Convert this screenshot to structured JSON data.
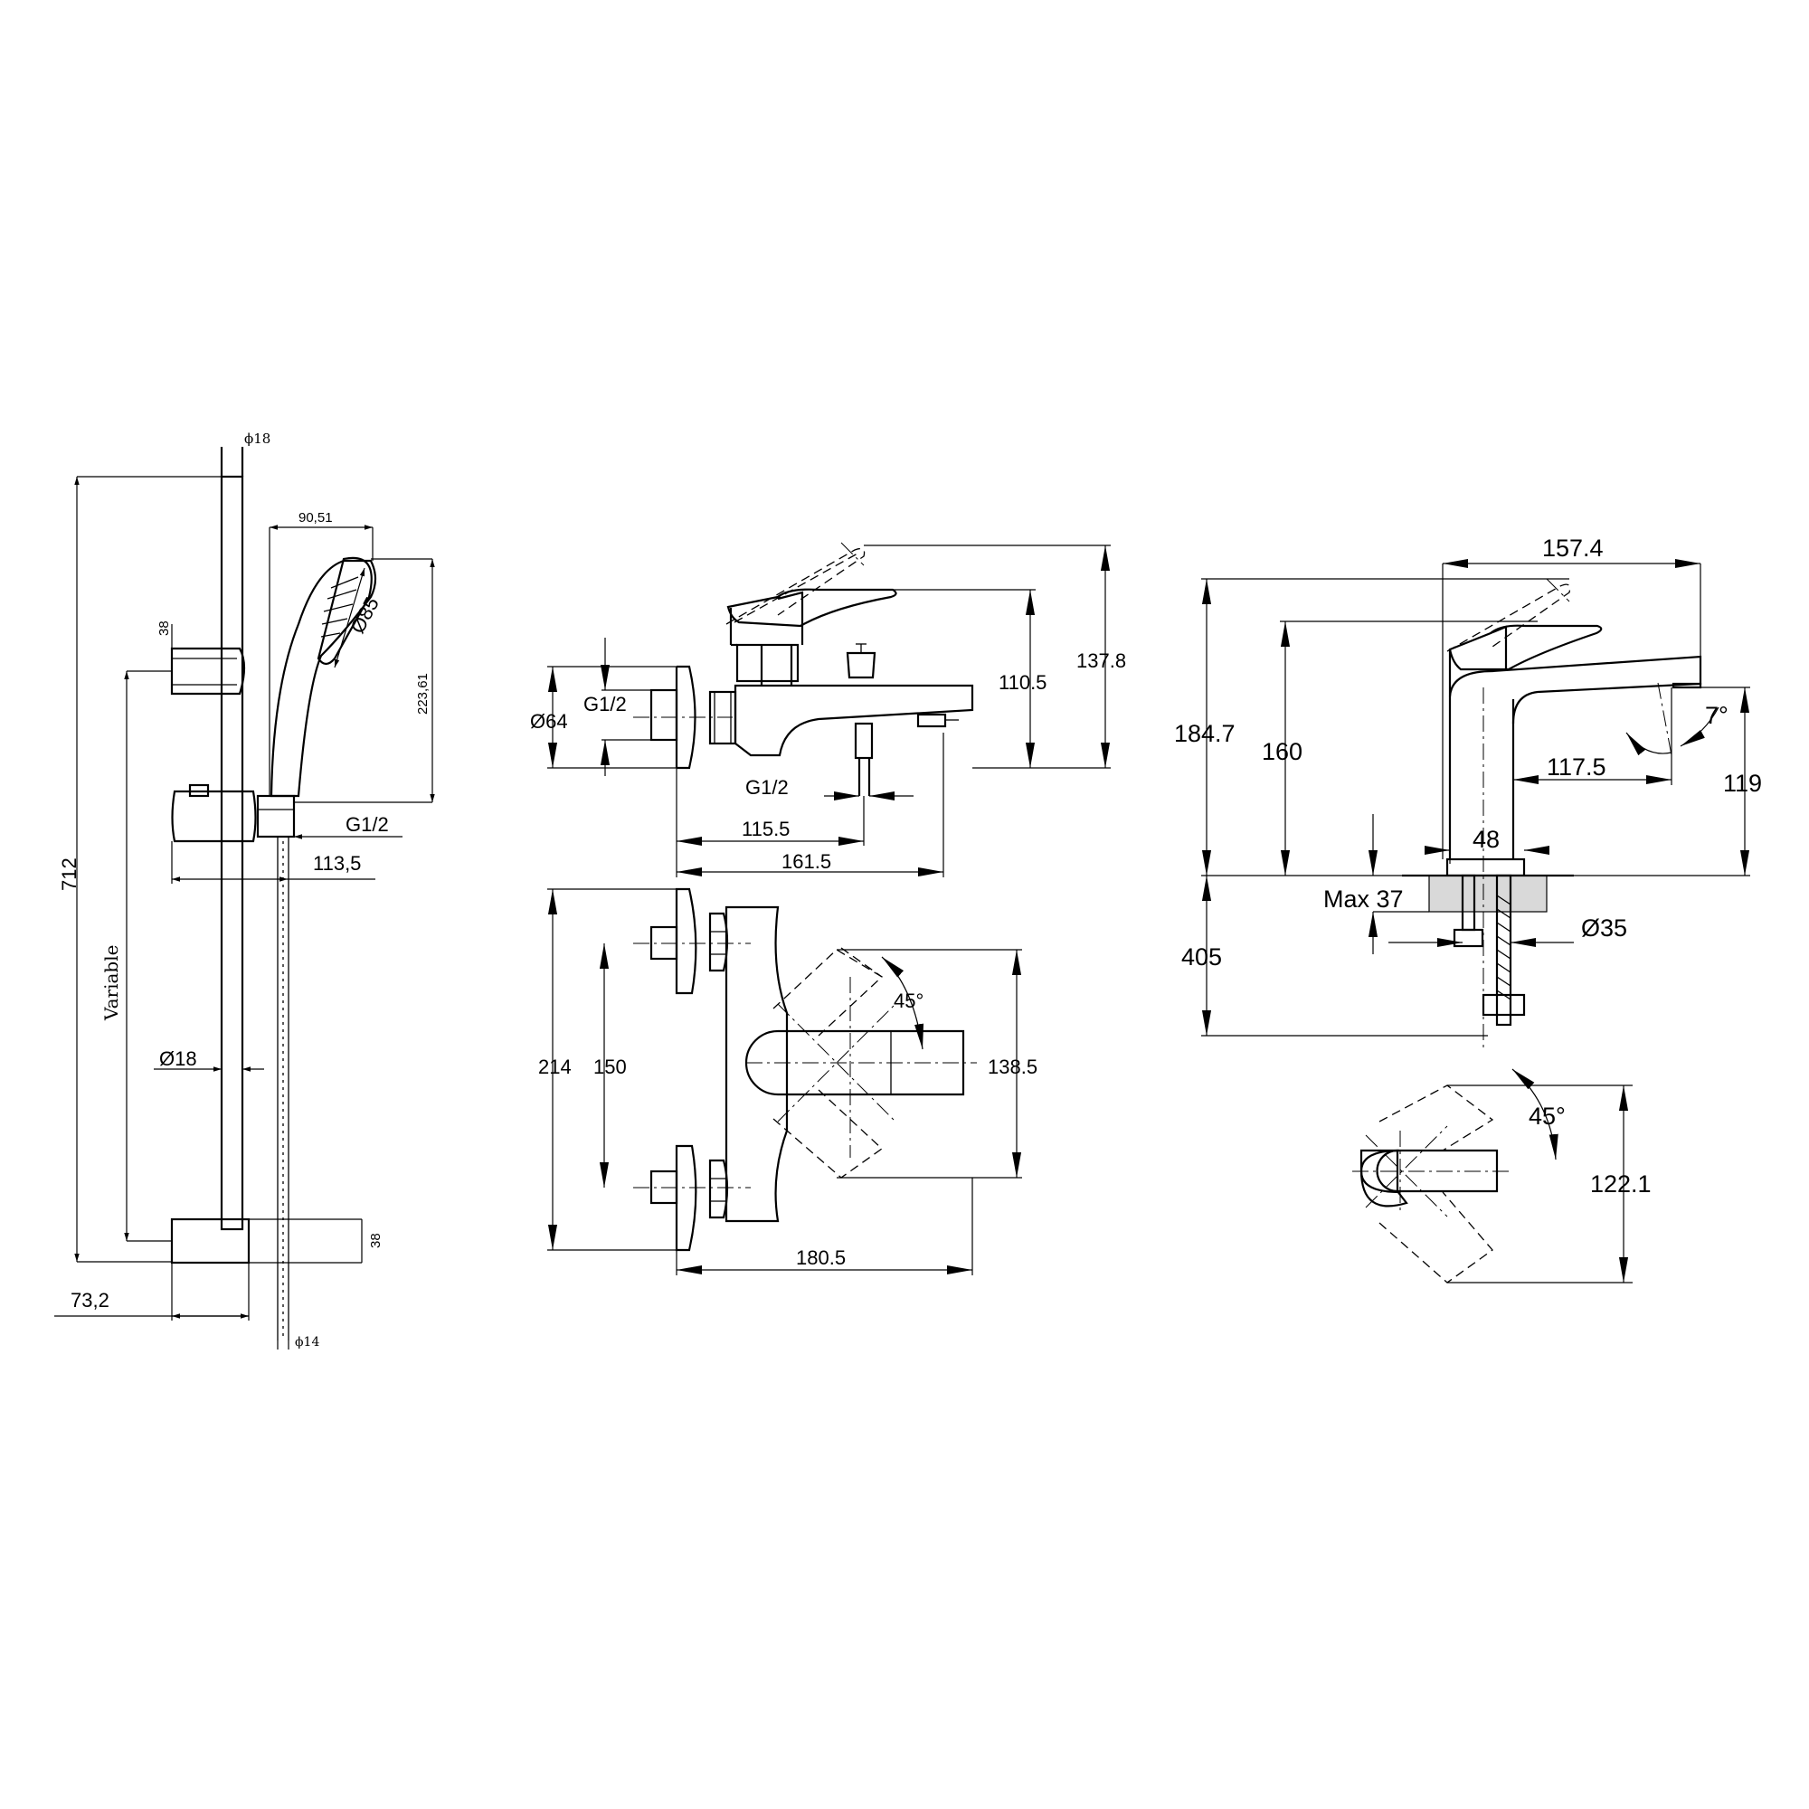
{
  "shower_set": {
    "rail_diameter_top": "ϕ18",
    "head_width": "90,51",
    "head_diameter": "Ø85",
    "head_height": "223,61",
    "bracket_height_top": "38",
    "overall_height": "712",
    "variable": "Variable",
    "slider_thread": "G1/2",
    "slider_offset": "113,5",
    "rail_diameter": "Ø18",
    "bracket_height_bottom": "38",
    "bracket_depth": "73,2",
    "hose_diameter": "ϕ14"
  },
  "bath_mixer": {
    "inlet_thread": "G1/2",
    "escutcheon_diameter": "Ø64",
    "spout_height": "110.5",
    "overall_height": "137.8",
    "outlet_thread": "G1/2",
    "outlet_distance": "115.5",
    "overall_depth": "161.5",
    "plan_depth": "214",
    "centres": "150",
    "handle_angle": "45°",
    "handle_width": "138.5",
    "plan_length": "180.5"
  },
  "basin_mixer": {
    "spout_reach": "157.4",
    "overall_height": "184.7",
    "body_height": "160",
    "spout_angle": "7°",
    "outlet_reach": "117.5",
    "outlet_height": "119",
    "base_diameter": "48",
    "max_deck": "Max 37",
    "hole_diameter": "Ø35",
    "hose_length": "405",
    "handle_angle": "45°",
    "handle_width": "122.1"
  }
}
